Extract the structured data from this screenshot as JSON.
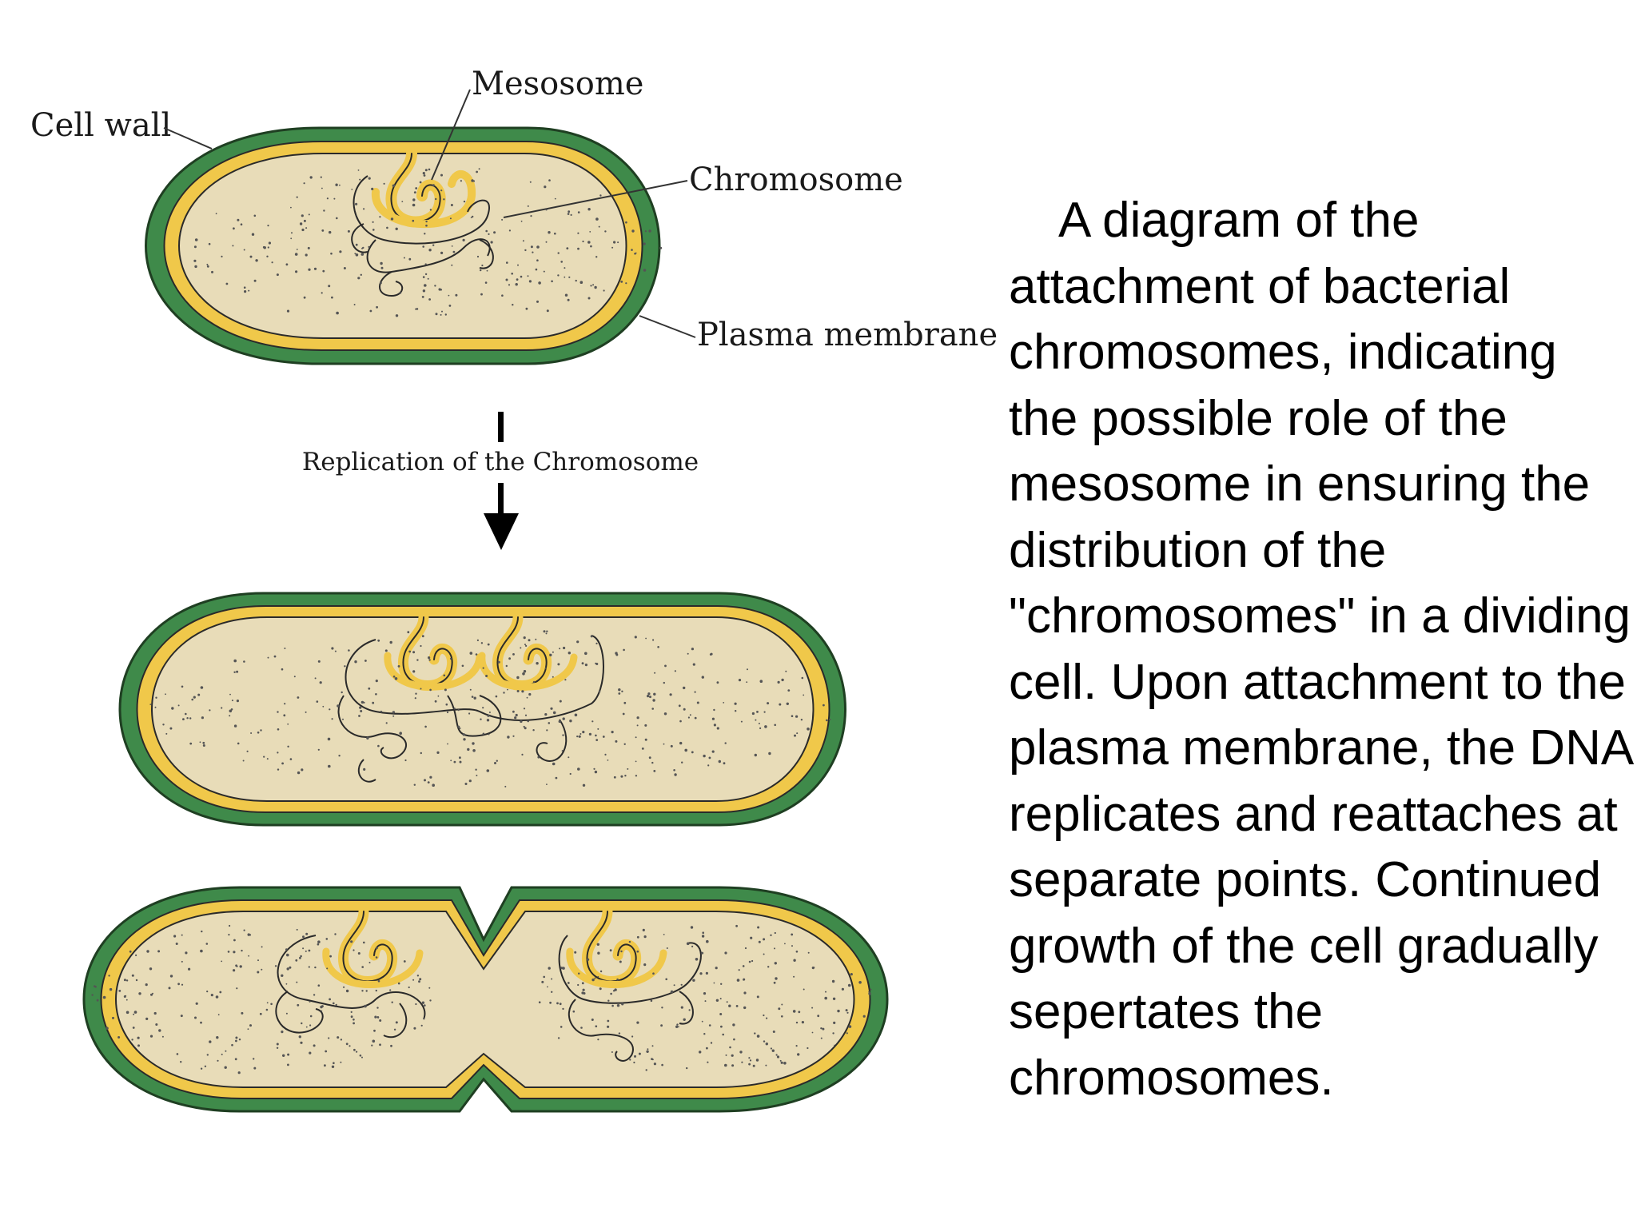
{
  "labels": {
    "mesosome": "Mesosome",
    "cell_wall": "Cell wall",
    "chromosome": "Chromosome",
    "plasma_membrane": "Plasma membrane",
    "replication": "Replication of the Chromosome"
  },
  "caption": "A diagram of the attachment of bacterial chromosomes, indicating the possible role of the mesosome in ensuring the distribution of the \"chromosomes\" in a dividing cell. Upon attachment to the plasma membrane, the DNA replicates and reattaches at separate points. Continued growth of the cell gradually sepertates the chromosomes.",
  "colors": {
    "cell_wall": "#3f8a4a",
    "plasma_membrane": "#f0c84a",
    "cytoplasm": "#e8dcb8",
    "outline": "#222222"
  }
}
